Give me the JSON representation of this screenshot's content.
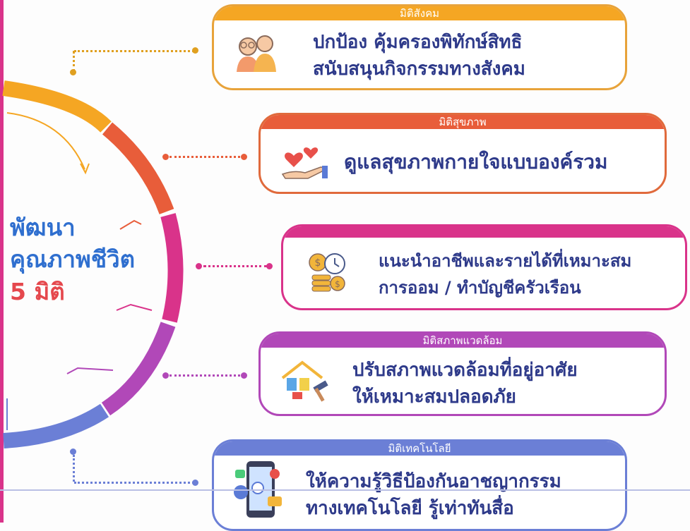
{
  "title": {
    "line1": "พัฒนา",
    "line2": "คุณภาพชีวิต",
    "line3": "5 มิติ"
  },
  "colors": {
    "social": "#f5a623",
    "health": "#e85d3a",
    "career": "#d9338a",
    "environment": "#b148b8",
    "technology": "#6b7fd6",
    "text": "#2e3a8a",
    "title": "#2f6fcf",
    "title_accent": "#e5484d"
  },
  "dimensions": [
    {
      "key": "social",
      "header": "มิติสังคม",
      "lines": [
        "ปกป้อง คุ้มครองพิทักษ์สิทธิ",
        "สนับสนุนกิจกรรมทางสังคม"
      ],
      "icon": "elderly-couple-icon"
    },
    {
      "key": "health",
      "header": "มิติสุขภาพ",
      "lines": [
        "ดูแลสุขภาพกายใจแบบองค์รวม"
      ],
      "icon": "hearts-in-hand-icon"
    },
    {
      "key": "career",
      "header": "",
      "lines": [
        "แนะนำอาชีพและรายได้ที่เหมาะสม",
        "การออม / ทำบัญชีครัวเรือน"
      ],
      "icon": "coins-clock-icon"
    },
    {
      "key": "environment",
      "header": "มิติสภาพแวดล้อม",
      "lines": [
        "ปรับสภาพแวดล้อมที่อยู่อาศัย",
        "ให้เหมาะสมปลอดภัย"
      ],
      "icon": "house-hammer-icon"
    },
    {
      "key": "technology",
      "header": "มิติเทคโนโลยี",
      "lines": [
        "ให้ความรู้วิธีป้องกันอาชญากรรม",
        "ทางเทคโนโลยี รู้เท่าทันสื่อ"
      ],
      "icon": "smartphone-apps-icon"
    }
  ]
}
